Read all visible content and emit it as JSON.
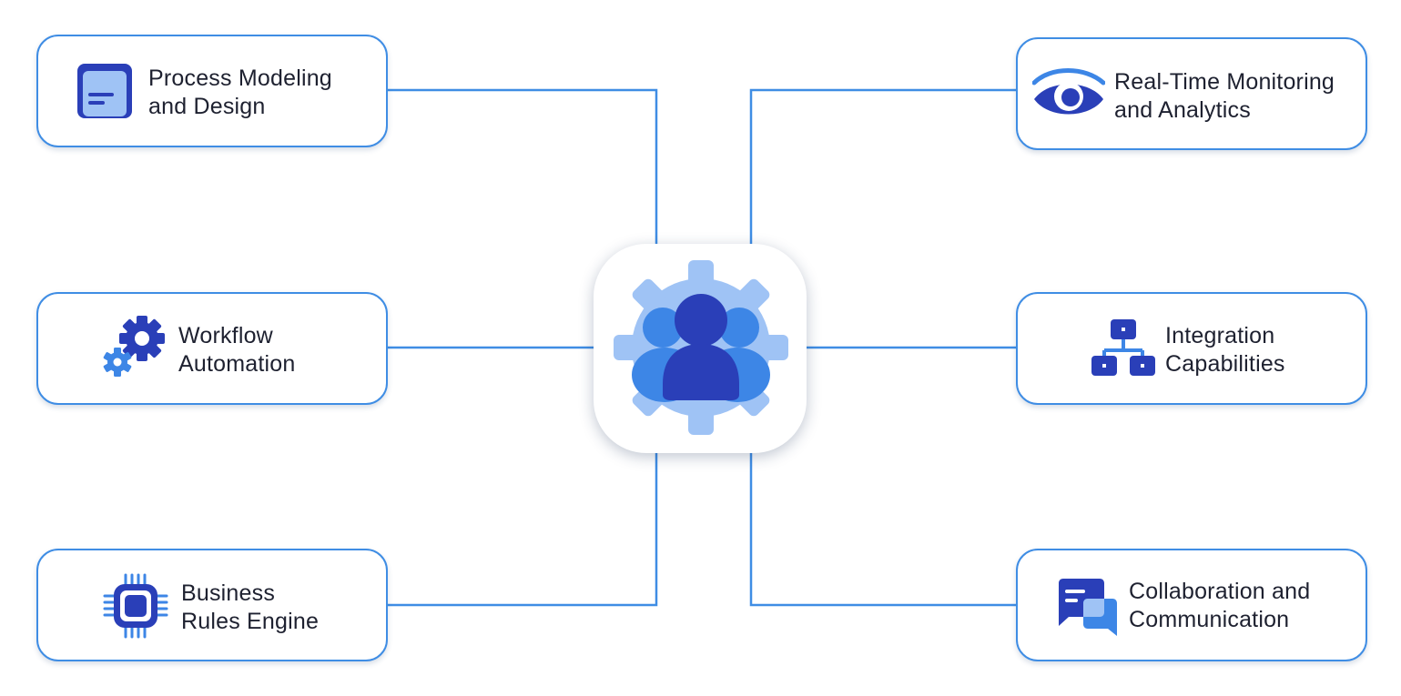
{
  "cards": [
    {
      "id": "process-modeling",
      "line1": "Process Modeling",
      "line2": "and Design",
      "icon": "document-icon"
    },
    {
      "id": "workflow-automation",
      "line1": "Workflow",
      "line2": "Automation",
      "icon": "gears-icon"
    },
    {
      "id": "business-rules",
      "line1": "Business",
      "line2": "Rules Engine",
      "icon": "chip-icon"
    },
    {
      "id": "real-time-monitoring",
      "line1": "Real-Time Monitoring",
      "line2": "and Analytics",
      "icon": "eye-icon"
    },
    {
      "id": "integration",
      "line1": "Integration",
      "line2": "Capabilities",
      "icon": "hierarchy-icon"
    },
    {
      "id": "collaboration",
      "line1": "Collaboration and",
      "line2": "Communication",
      "icon": "chat-icon"
    }
  ],
  "hub": {
    "icon": "user-gear-icon"
  },
  "colors": {
    "connector": "#3f8de4",
    "card_border": "#3f8de4",
    "icon_dark": "#2a3fb8",
    "icon_mid": "#3d86e6",
    "icon_light": "#9fc3f5",
    "text": "#1e2130"
  }
}
